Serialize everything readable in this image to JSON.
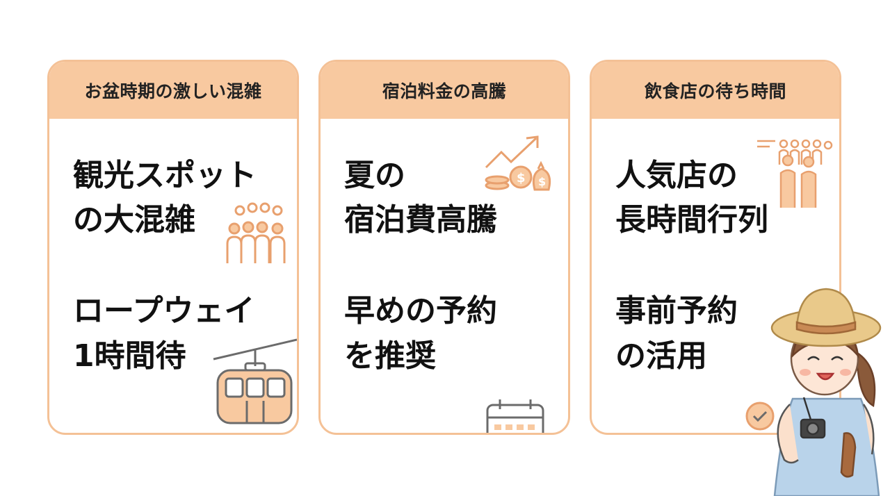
{
  "cards": [
    {
      "header": "お盆時期の激しい混雑",
      "problem": [
        "観光スポット",
        "の大混雑"
      ],
      "detail": [
        "ロープウェイ",
        "1時間待"
      ],
      "icons": [
        "crowd-icon",
        "ropeway-gondola-icon"
      ]
    },
    {
      "header": "宿泊料金の高騰",
      "problem": [
        "夏の",
        "宿泊費高騰"
      ],
      "detail": [
        "早めの予約",
        "を推奨"
      ],
      "icons": [
        "rising-price-icon",
        "calendar-check-icon"
      ]
    },
    {
      "header": "飲食店の待ち時間",
      "problem": [
        "人気店の",
        "長時間行列"
      ],
      "detail": [
        "事前予約",
        "の活用"
      ],
      "icons": [
        "queue-icon",
        "tap-check-icon"
      ]
    }
  ],
  "colors": {
    "accent": "#f8c9a0",
    "border": "#f4c196",
    "icon_orange": "#e8a06e",
    "icon_gray": "#6b6b6b"
  },
  "character": "tourist-girl-illustration"
}
